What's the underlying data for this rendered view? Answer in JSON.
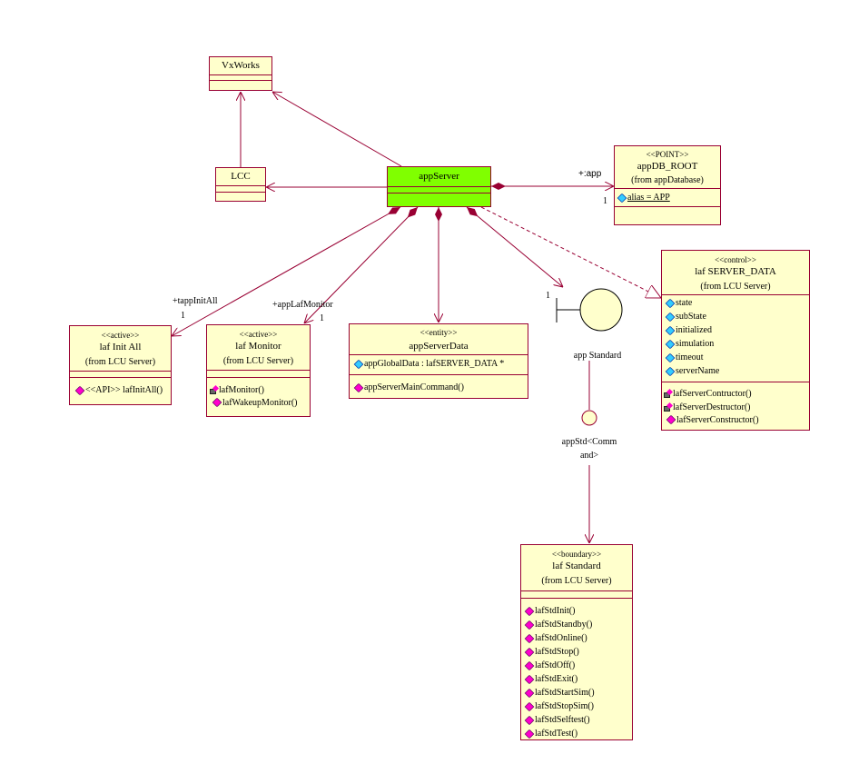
{
  "diagram": {
    "type": "UML class diagram",
    "colors": {
      "line": "#990033",
      "class_fill": "#ffffcc",
      "highlight_fill": "#80ff00",
      "attribute_icon": "#33ccff",
      "operation_icon": "#ff00cc"
    },
    "classes": {
      "vxworks": {
        "name": "VxWorks"
      },
      "lcc": {
        "name": "LCC"
      },
      "appserver": {
        "name": "appServer"
      },
      "appdb_root": {
        "stereotype": "<<POINT>>",
        "name": "appDB_ROOT",
        "from": "(from appDatabase)",
        "attributes": [
          "alias = APP"
        ]
      },
      "lafserver_data": {
        "stereotype": "<<control>>",
        "name": "laf SERVER_DATA",
        "from": "(from LCU Server)",
        "attributes": [
          "state",
          "subState",
          "initialized",
          "simulation",
          "timeout",
          "serverName"
        ],
        "operations": [
          "lafServerContructor()",
          "lafServerDestructor()",
          "lafServerConstructor()"
        ]
      },
      "lafinitall": {
        "stereotype": "<<active>>",
        "name": "laf Init All",
        "from": "(from LCU Server)",
        "operations": [
          "<<API>> lafInitAll()"
        ]
      },
      "lafmonitor": {
        "stereotype": "<<active>>",
        "name": "laf Monitor",
        "from": "(from LCU Server)",
        "operations": [
          "lafMonitor()",
          "lafWakeupMonitor()"
        ]
      },
      "appserverdata": {
        "stereotype": "<<entity>>",
        "name": "appServerData",
        "attributes": [
          "appGlobalData : lafSERVER_DATA *"
        ],
        "operations": [
          "appServerMainCommand()"
        ]
      },
      "lafstandard": {
        "stereotype": "<<boundary>>",
        "name": "laf Standard",
        "from": "(from LCU Server)",
        "operations": [
          "lafStdInit()",
          "lafStdStandby()",
          "lafStdOnline()",
          "lafStdStop()",
          "lafStdOff()",
          "lafStdExit()",
          "lafStdStartSim()",
          "lafStdStopSim()",
          "lafStdSelftest()",
          "lafStdTest()"
        ]
      }
    },
    "interfaces": {
      "app_standard": {
        "name": "app Standard"
      },
      "appstd_command": {
        "name_line1": "appStd<Comm",
        "name_line2": "and>"
      }
    },
    "association_labels": {
      "app_role": "+:app",
      "app_mult": "1",
      "tappinitall_role": "+tappInitAll",
      "tappinitall_mult": "1",
      "applafmonitor_role": "+appLafMonitor",
      "applafmonitor_mult": "1",
      "appstandard_mult": "1"
    }
  }
}
